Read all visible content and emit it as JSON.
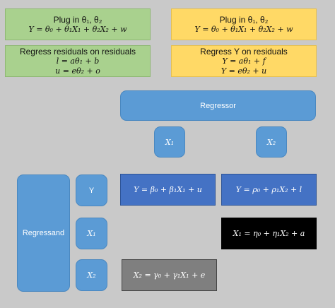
{
  "boxes": {
    "plug_left": {
      "title": "Plug in θ₁, θ₂",
      "eq": "Y = θ₀ + θ₁X₁ + θ₂X₂ + w"
    },
    "regress_left": {
      "title": "Regress residuals on residuals",
      "eq1": "l = aθ₁ + b",
      "eq2": "u = eθ₂ + o"
    },
    "plug_right": {
      "title": "Plug in θ₁, θ₂",
      "eq": "Y = θ₀ + θ₁X₁ + θ₂X₂ + w"
    },
    "regress_right": {
      "title": "Regress Y on residuals",
      "eq1": "Y = aθ₁ + f",
      "eq2": "Y = eθ₂ + u"
    },
    "regressor": "Regressor",
    "regressand": "Regressand",
    "x1_top": "X₁",
    "x2_top": "X₂",
    "y_left": "Y",
    "x1_left": "X₁",
    "x2_left": "X₂",
    "eq_y_x1": "Y = β₀ + β₁X₁ + u",
    "eq_y_x2": "Y = ρ₀ + ρ₁X₂ + l",
    "eq_x1_x2": "X₁ = η₀ + η₁X₂ + a",
    "eq_x2_x1": "X₂ = γ₀ + γ₁X₁ + e"
  },
  "colors": {
    "background": "#c9c9c9",
    "green": "#a9d18e",
    "orange": "#ffd966",
    "blue": "#5b9bd5",
    "dark_blue": "#4472c4",
    "black": "#000000",
    "gray": "#7f7f7f"
  }
}
